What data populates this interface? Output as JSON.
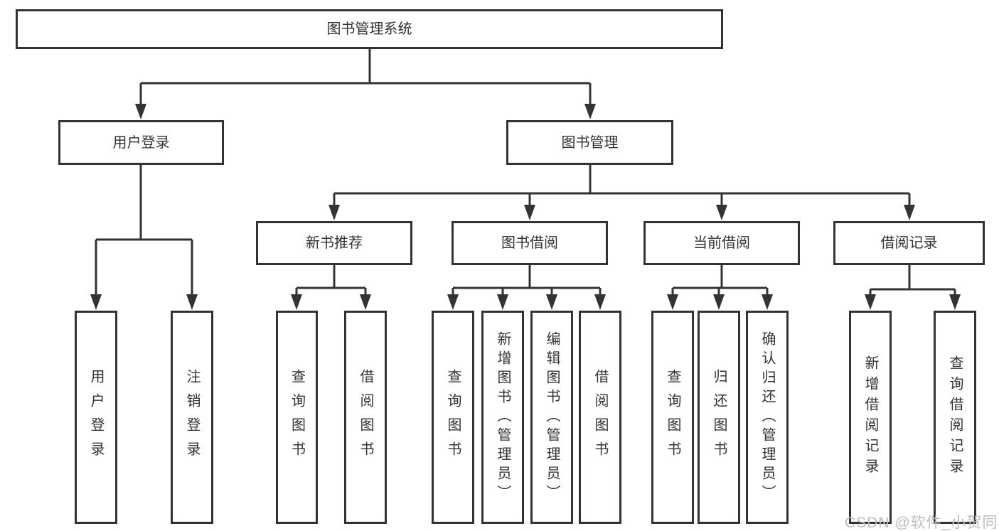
{
  "diagram": {
    "type": "hierarchy-tree",
    "colors": {
      "line": "#333333",
      "text": "#333333",
      "box_background": "#ffffff",
      "watermark": "#bdbdbd",
      "background": "#ffffff"
    }
  },
  "tree": {
    "label": "图书管理系统",
    "children": [
      {
        "label": "用户登录",
        "children": [
          {
            "label": "用户登录"
          },
          {
            "label": "注销登录"
          }
        ]
      },
      {
        "label": "图书管理",
        "children": [
          {
            "label": "新书推荐",
            "children": [
              {
                "label": "查询图书"
              },
              {
                "label": "借阅图书"
              }
            ]
          },
          {
            "label": "图书借阅",
            "children": [
              {
                "label": "查询图书"
              },
              {
                "label": "新增图书（管理员）"
              },
              {
                "label": "编辑图书（管理员）"
              },
              {
                "label": "借阅图书"
              }
            ]
          },
          {
            "label": "当前借阅",
            "children": [
              {
                "label": "查询图书"
              },
              {
                "label": "归还图书"
              },
              {
                "label": "确认归还（管理员）"
              }
            ]
          },
          {
            "label": "借阅记录",
            "children": [
              {
                "label": "新增借阅记录"
              },
              {
                "label": "查询借阅记录"
              }
            ]
          }
        ]
      }
    ]
  },
  "watermark": "CSDN @软件_小贺同学"
}
